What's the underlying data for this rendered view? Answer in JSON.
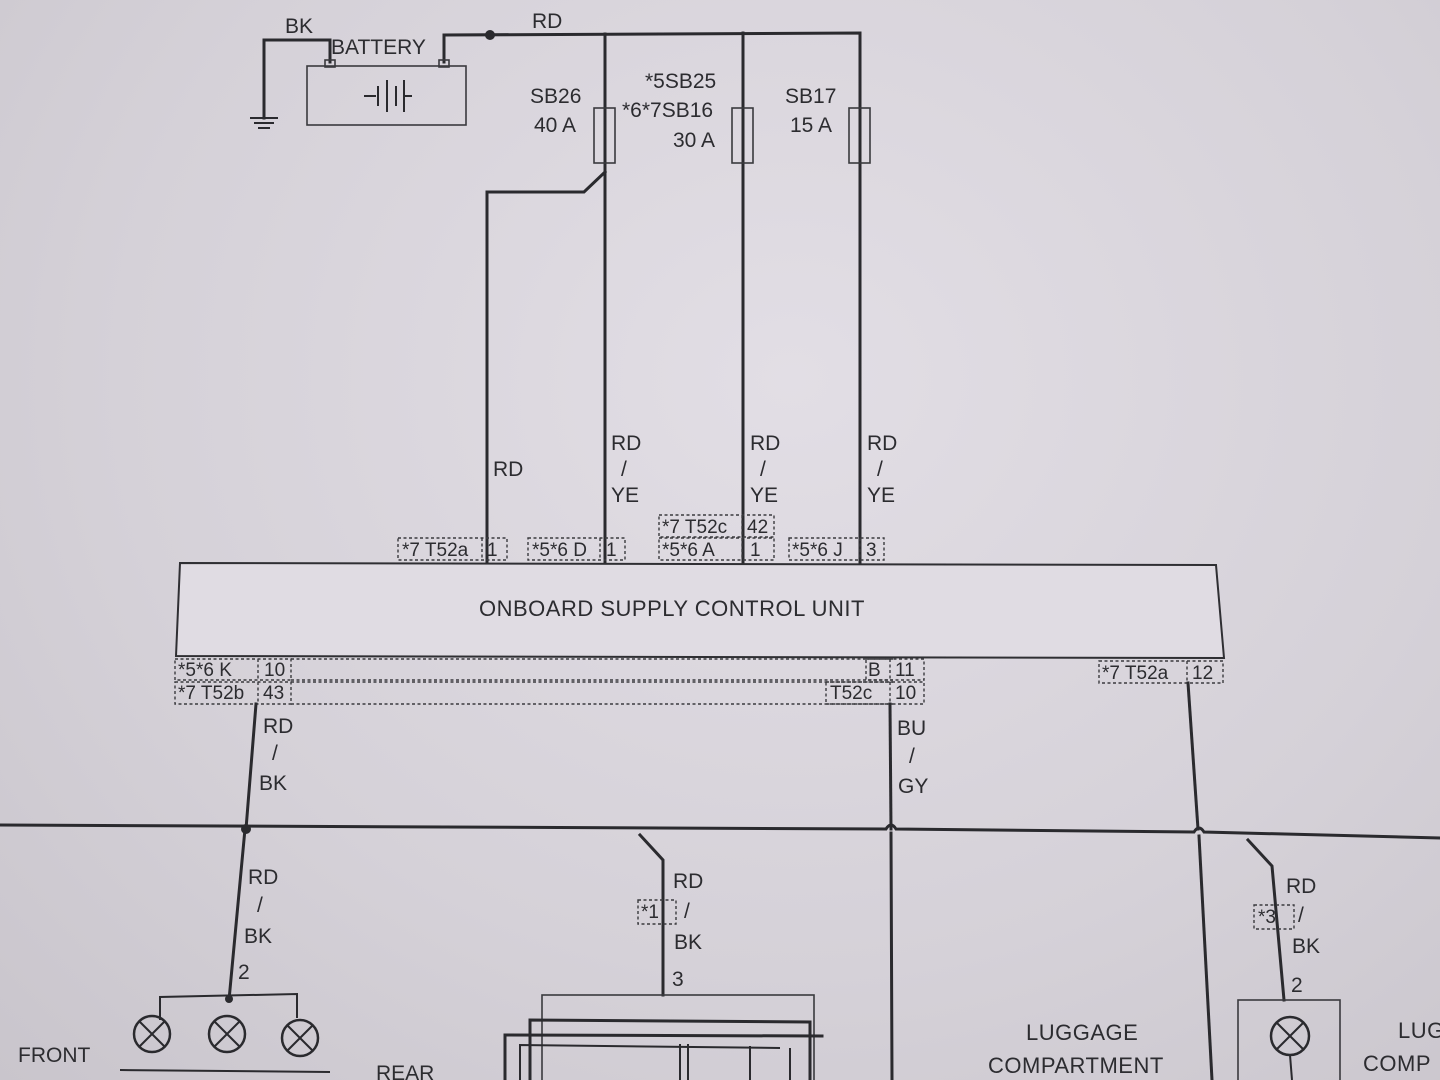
{
  "battery": {
    "label": "BATTERY",
    "ground_wire": "BK",
    "positive_wire": "RD"
  },
  "fuses": [
    {
      "id": "SB26",
      "rating": "40 A"
    },
    {
      "id_line1": "*5SB25",
      "id_line2": "*6*7SB16",
      "rating": "30 A"
    },
    {
      "id": "SB17",
      "rating": "15 A"
    }
  ],
  "wires_top": [
    {
      "label": "RD"
    },
    {
      "line1": "RD",
      "line2": "/",
      "line3": "YE"
    },
    {
      "line1": "RD",
      "line2": "/",
      "line3": "YE"
    },
    {
      "line1": "RD",
      "line2": "/",
      "line3": "YE"
    }
  ],
  "connectors_top": [
    {
      "name": "*7 T52a",
      "pin": "1"
    },
    {
      "name": "*5*6 D",
      "pin": "1"
    },
    {
      "name": "*7 T52c",
      "pin": "42"
    },
    {
      "name": "*5*6  A",
      "pin": "1"
    },
    {
      "name": "*5*6 J",
      "pin": "3"
    }
  ],
  "control_unit": {
    "label": "ONBOARD SUPPLY CONTROL UNIT"
  },
  "connectors_bottom": [
    {
      "name": "*5*6  K",
      "pin": "10"
    },
    {
      "name": "*7 T52b",
      "pin": "43"
    },
    {
      "name": "B",
      "pin": "11"
    },
    {
      "name": "T52c",
      "pin": "10"
    },
    {
      "name": "*7 T52a",
      "pin": "12"
    }
  ],
  "wires_bottom": [
    {
      "line1": "RD",
      "line2": "/",
      "line3": "BK"
    },
    {
      "line1": "BU",
      "line2": "/",
      "line3": "GY"
    }
  ],
  "branches": [
    {
      "line1": "RD",
      "line2": "/",
      "line3": "BK",
      "pin": "2"
    },
    {
      "note": "*1",
      "line1": "RD",
      "line2": "/",
      "line3": "BK",
      "pin": "3"
    },
    {
      "note": "*3",
      "line1": "RD",
      "line2": "/",
      "line3": "BK",
      "pin": "2"
    }
  ],
  "bottom_labels": {
    "front": "FRONT",
    "rear": "REAR",
    "luggage_line1": "LUGGAGE",
    "luggage_line2": "COMPARTMENT",
    "right_line1": "LUG",
    "right_line2": "COMP"
  }
}
